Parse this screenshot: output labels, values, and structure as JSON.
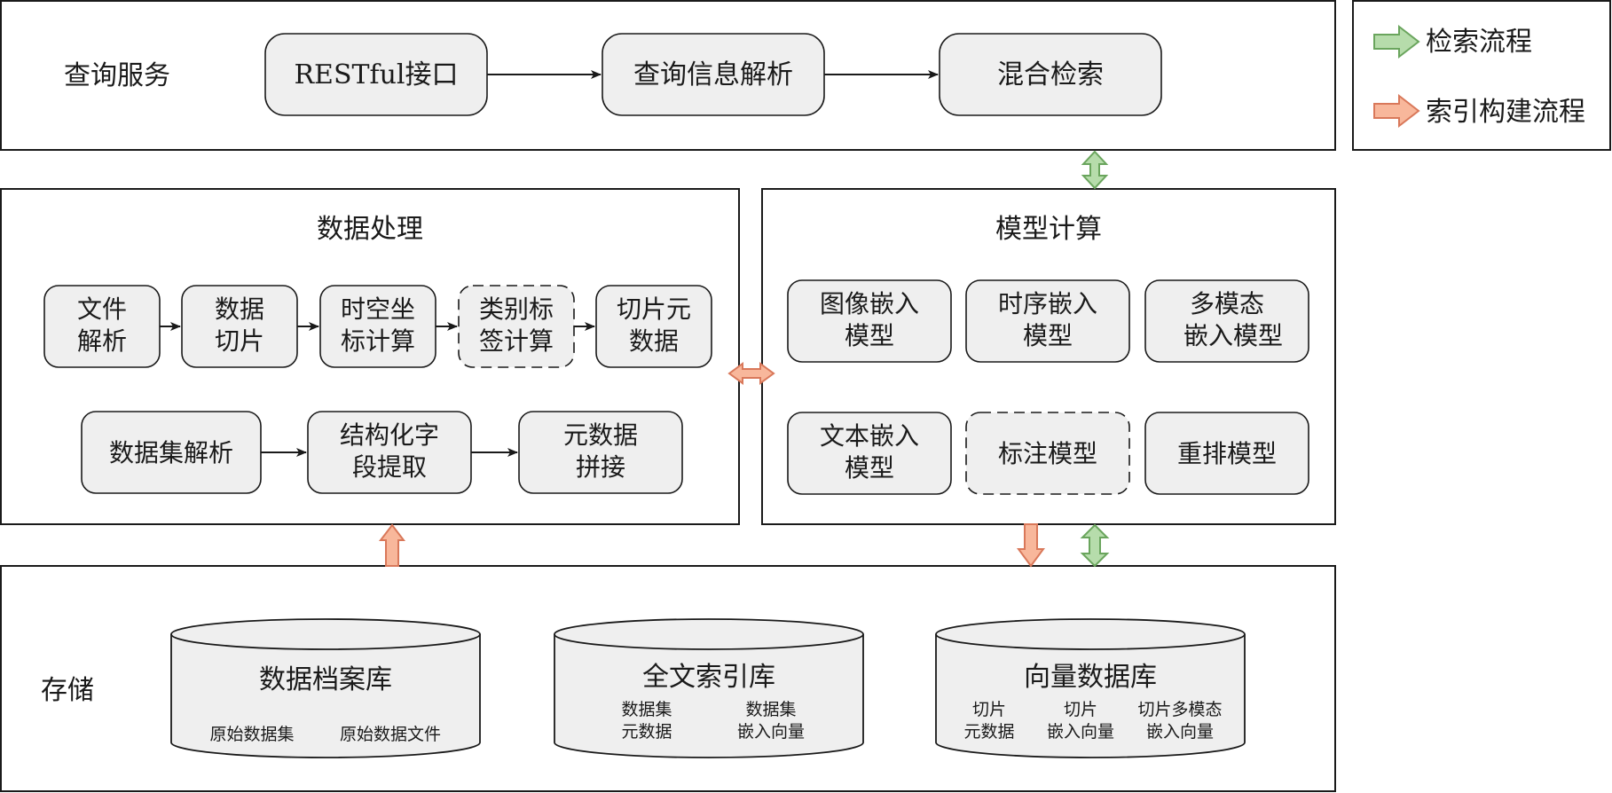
{
  "legend": {
    "retrieval": "检索流程",
    "indexing": "索引构建流程"
  },
  "query_service": {
    "title": "查询服务",
    "steps": [
      "RESTful接口",
      "查询信息解析",
      "混合检索"
    ]
  },
  "data_processing": {
    "title": "数据处理",
    "row1": [
      {
        "lines": [
          "文件",
          "解析"
        ]
      },
      {
        "lines": [
          "数据",
          "切片"
        ]
      },
      {
        "lines": [
          "时空坐",
          "标计算"
        ]
      },
      {
        "lines": [
          "类别标",
          "签计算"
        ]
      },
      {
        "lines": [
          "切片元",
          "数据"
        ]
      }
    ],
    "row2": [
      {
        "lines": [
          "数据集解析"
        ]
      },
      {
        "lines": [
          "结构化字",
          "段提取"
        ]
      },
      {
        "lines": [
          "元数据",
          "拼接"
        ]
      }
    ]
  },
  "model_compute": {
    "title": "模型计算",
    "models": [
      {
        "lines": [
          "图像嵌入",
          "模型"
        ]
      },
      {
        "lines": [
          "时序嵌入",
          "模型"
        ]
      },
      {
        "lines": [
          "多模态",
          "嵌入模型"
        ]
      },
      {
        "lines": [
          "文本嵌入",
          "模型"
        ]
      },
      {
        "lines": [
          "标注模型"
        ]
      },
      {
        "lines": [
          "重排模型"
        ]
      }
    ]
  },
  "storage": {
    "title": "存储",
    "stores": [
      {
        "name": "数据档案库",
        "items": [
          [
            "原始数据集"
          ],
          [
            "原始数据文件"
          ]
        ]
      },
      {
        "name": "全文索引库",
        "items": [
          [
            "数据集",
            "元数据"
          ],
          [
            "数据集",
            "嵌入向量"
          ]
        ]
      },
      {
        "name": "向量数据库",
        "items": [
          [
            "切片",
            "元数据"
          ],
          [
            "切片",
            "嵌入向量"
          ],
          [
            "切片多模态",
            "嵌入向量"
          ]
        ]
      }
    ]
  },
  "colors": {
    "retrieval_arrow": "#b6dcab",
    "indexing_arrow": "#f8b79b",
    "box_fill": "#efefef"
  }
}
